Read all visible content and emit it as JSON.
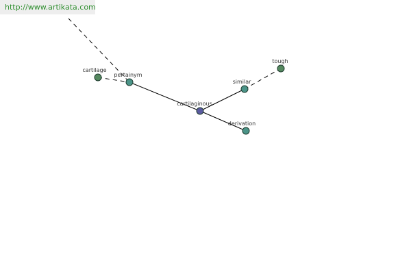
{
  "site": {
    "url": "http://www.artikata.com"
  },
  "colors": {
    "node_green": "#55885f",
    "node_teal": "#4b9488",
    "node_center": "#5b5ba0",
    "node_stroke": "#1f3b2f",
    "edge": "#000000",
    "url_text": "#2f8f2f",
    "url_bg": "#eeeeee"
  },
  "graph": {
    "center": "cartilaginous",
    "nodes": [
      {
        "id": "cartilage",
        "label": "cartilage",
        "kind": "word"
      },
      {
        "id": "pertainym",
        "label": "pertainym",
        "kind": "relation"
      },
      {
        "id": "cartilaginous",
        "label": "cartilaginous",
        "kind": "center"
      },
      {
        "id": "similar",
        "label": "similar",
        "kind": "relation"
      },
      {
        "id": "tough",
        "label": "tough",
        "kind": "word"
      },
      {
        "id": "derivation",
        "label": "derivation",
        "kind": "relation"
      }
    ],
    "edges": [
      {
        "from": "pertainym",
        "to": "cartilaginous",
        "style": "solid"
      },
      {
        "from": "cartilaginous",
        "to": "similar",
        "style": "solid"
      },
      {
        "from": "cartilaginous",
        "to": "derivation",
        "style": "solid"
      },
      {
        "from": "cartilage",
        "to": "pertainym",
        "style": "dashed"
      },
      {
        "from": "similar",
        "to": "tough",
        "style": "dashed"
      },
      {
        "from": "pertainym",
        "to": "offscreen",
        "style": "dashed"
      }
    ]
  }
}
